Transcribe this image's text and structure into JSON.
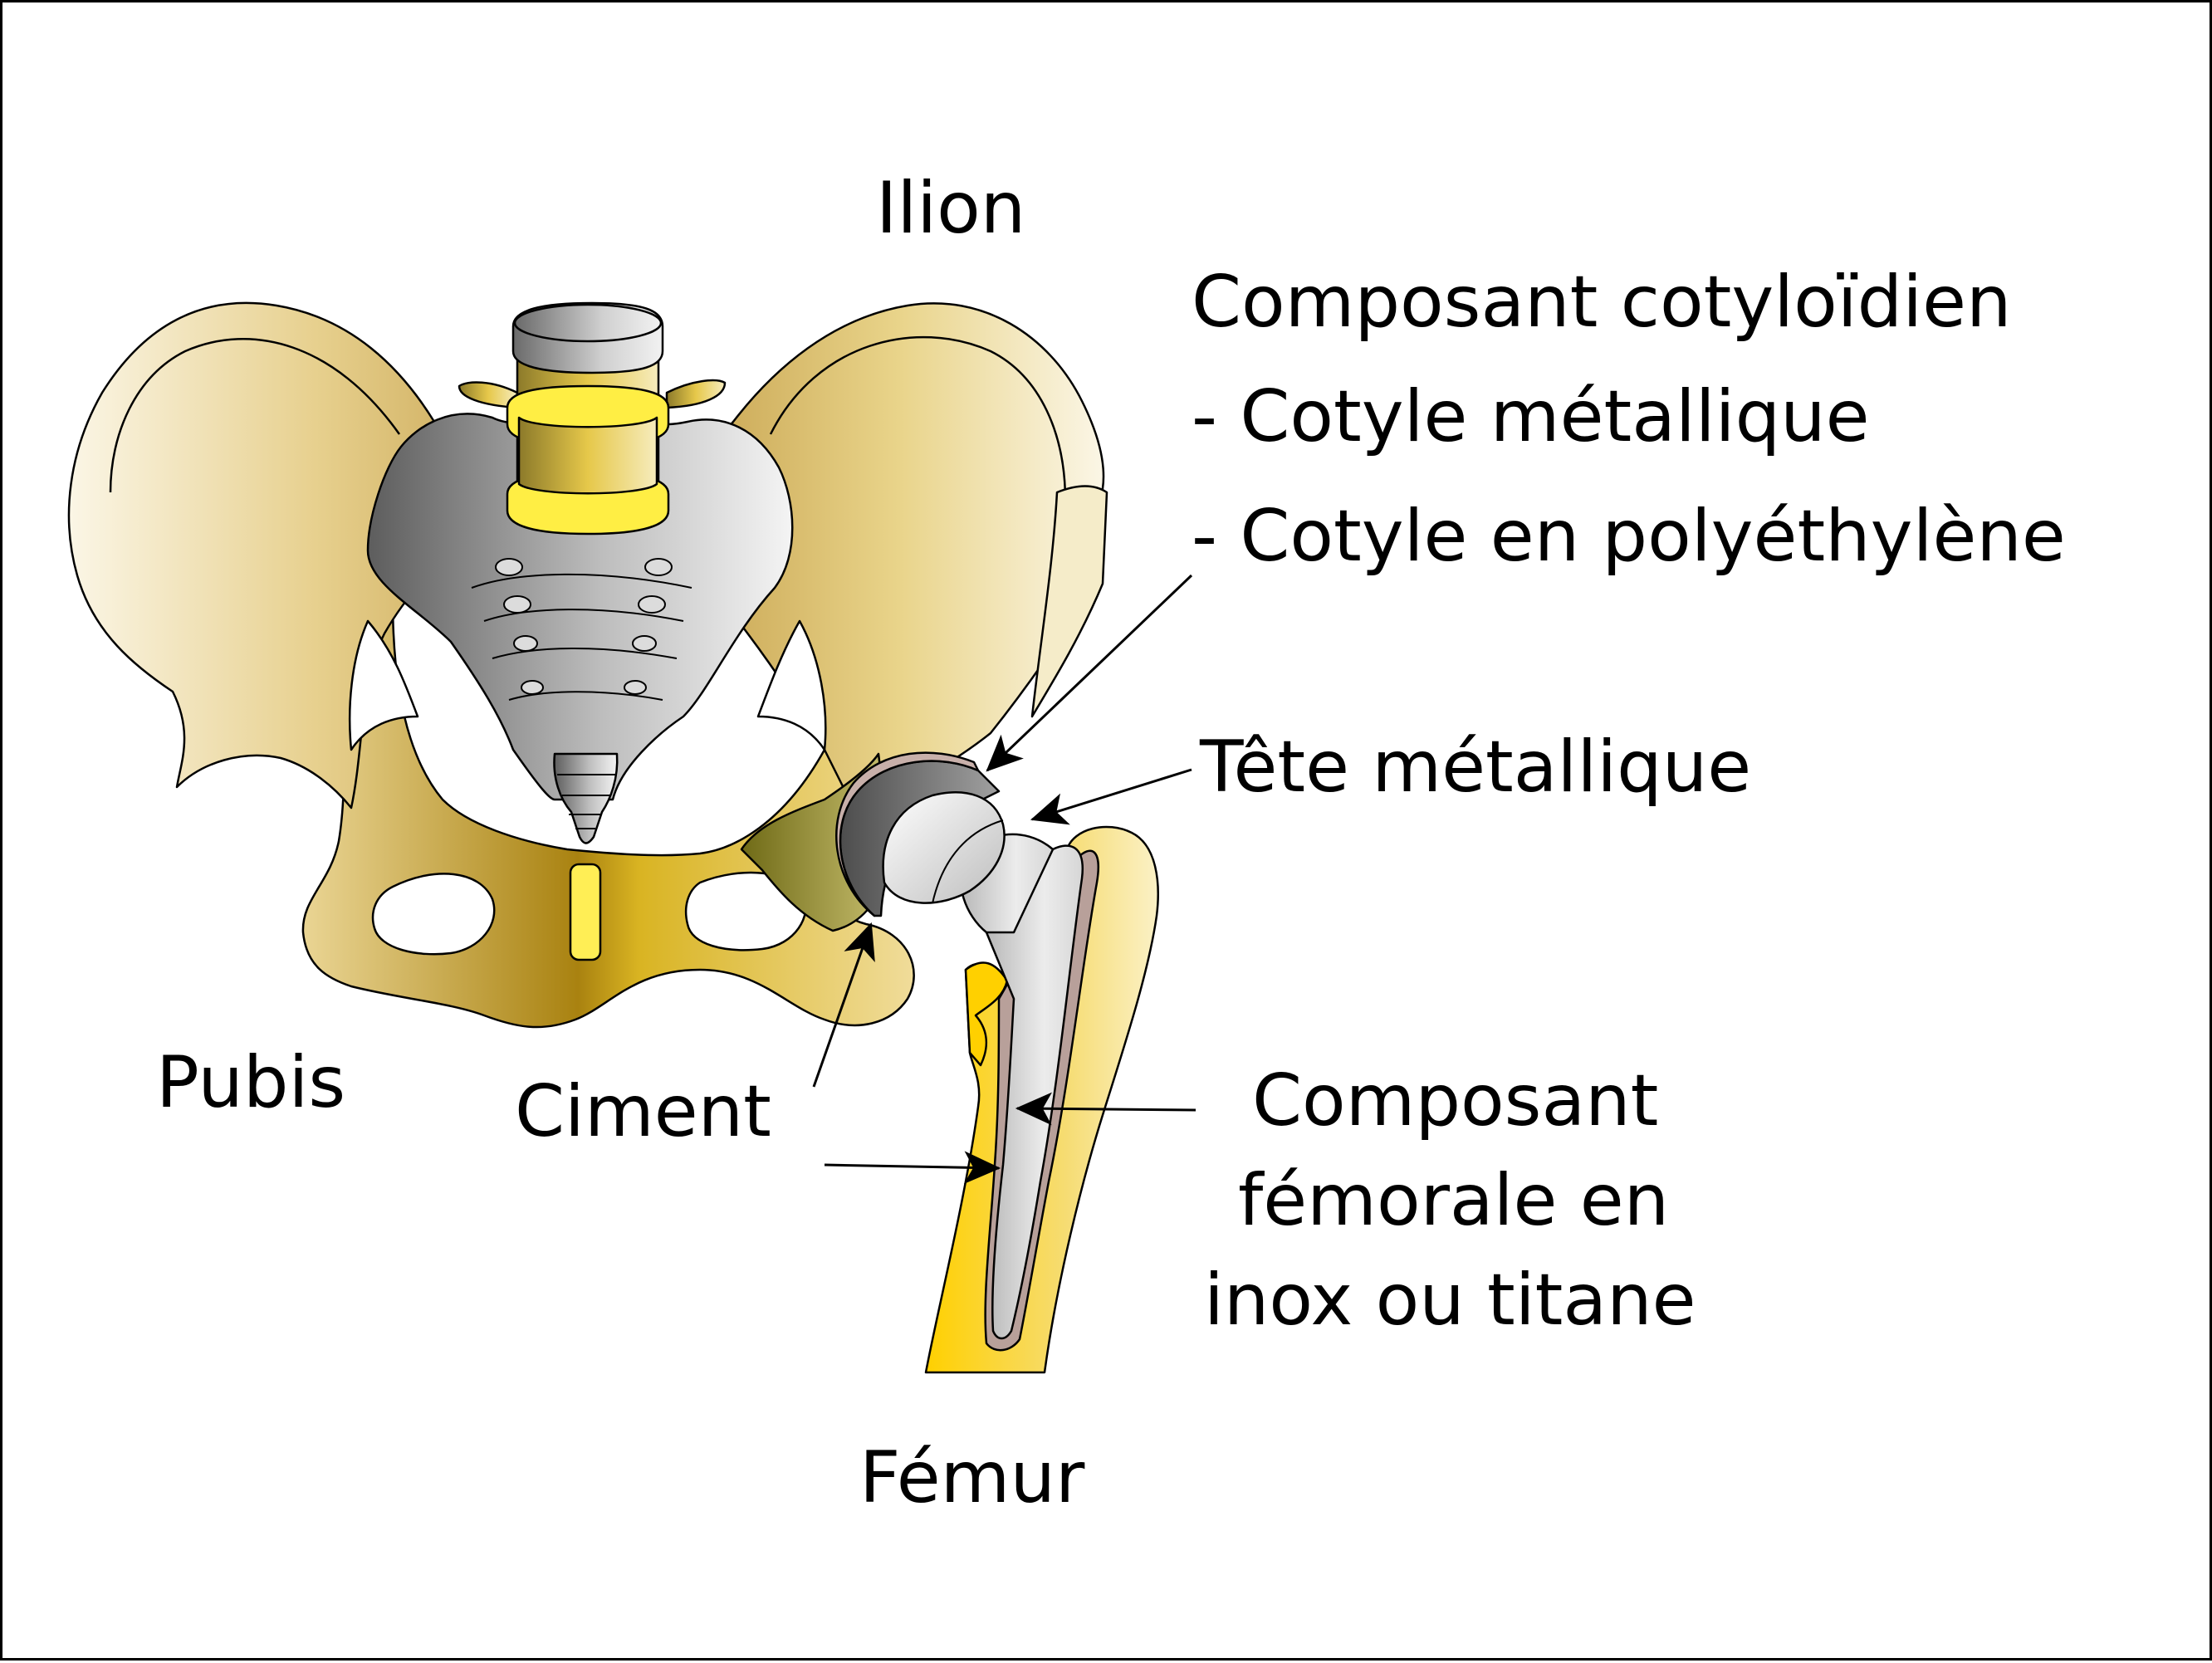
{
  "labels": {
    "ilion": "Ilion",
    "cup_title": "Composant cotyloïdien",
    "cup_metal": "- Cotyle métallique",
    "cup_poly": "- Cotyle en polyéthylène",
    "head": "Tête métallique",
    "pubis": "Pubis",
    "cement": "Ciment",
    "femoral_1": "Composant",
    "femoral_2": "fémorale en",
    "femoral_3": "inox ou titane",
    "femur": "Fémur"
  },
  "colors": {
    "bone": "#e9d48a",
    "bone_dark": "#b8901c",
    "femur_yellow": "#ffcc00",
    "metal": "#c8c8c8",
    "metal_dark": "#6e6e6e",
    "disc": "#ffee33",
    "cement": "#b8a09a"
  }
}
